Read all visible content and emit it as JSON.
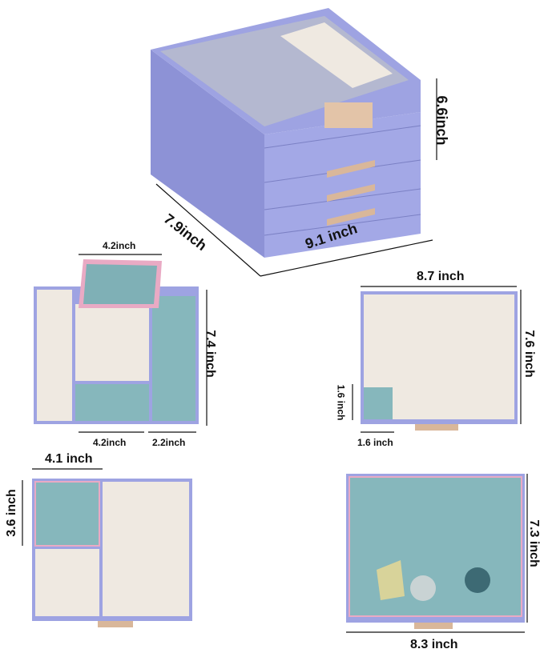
{
  "colors": {
    "lavender": "#9ea3e2",
    "lavender_dark": "#8589cf",
    "interior_teal": "#86b7bc",
    "interior_cream": "#efe9e1",
    "pink_edge": "#e9aac4",
    "handle_gold": "#d9b79a"
  },
  "main_box": {
    "height_label": "6.6inch",
    "depth_label": "7.9inch",
    "width_label": "9.1 inch"
  },
  "top_tray": {
    "lid_width_label": "4.2inch",
    "height_label": "7.4 inch",
    "left_width_label": "4.2inch",
    "right_width_label": "2.2inch"
  },
  "grid_tray": {
    "width_label": "8.7 inch",
    "height_label": "7.6 inch",
    "cell_height_label": "1.6 inch",
    "cell_width_label": "1.6 inch"
  },
  "divided_drawer": {
    "compartment_width_label": "4.1 inch",
    "compartment_height_label": "3.6 inch"
  },
  "open_drawer": {
    "height_label": "7.3 inch",
    "width_label": "8.3 inch"
  }
}
